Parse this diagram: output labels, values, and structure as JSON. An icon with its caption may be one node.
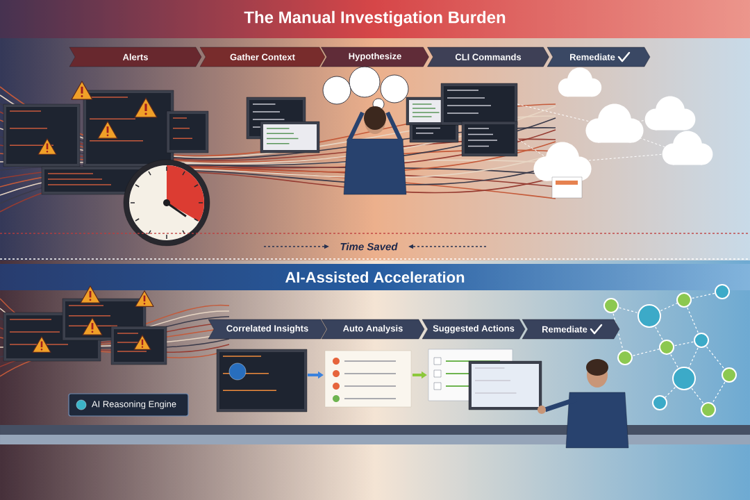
{
  "diagram": {
    "title": "The Manual Investigation Burden",
    "nodes": [
      {
        "text": [
          "Alerts"
        ]
      },
      {
        "text": [
          "Gather Context"
        ]
      },
      {
        "text": [
          "Hypothesize"
        ]
      },
      {
        "text": [
          "CLI Commands"
        ]
      },
      {
        "text": [
          "Remediate"
        ]
      },
      {
        "text": [
          "Correlated Insights"
        ]
      },
      {
        "text": [
          "Auto Analysis"
        ]
      },
      {
        "text": [
          "Suggested Actions"
        ]
      },
      {
        "text": [
          "Remediate"
        ]
      },
      {
        "text": [
          "AI Reasoning Engine"
        ]
      }
    ],
    "labels": [
      "AI-Assisted Acceleration",
      "Time Saved"
    ]
  }
}
